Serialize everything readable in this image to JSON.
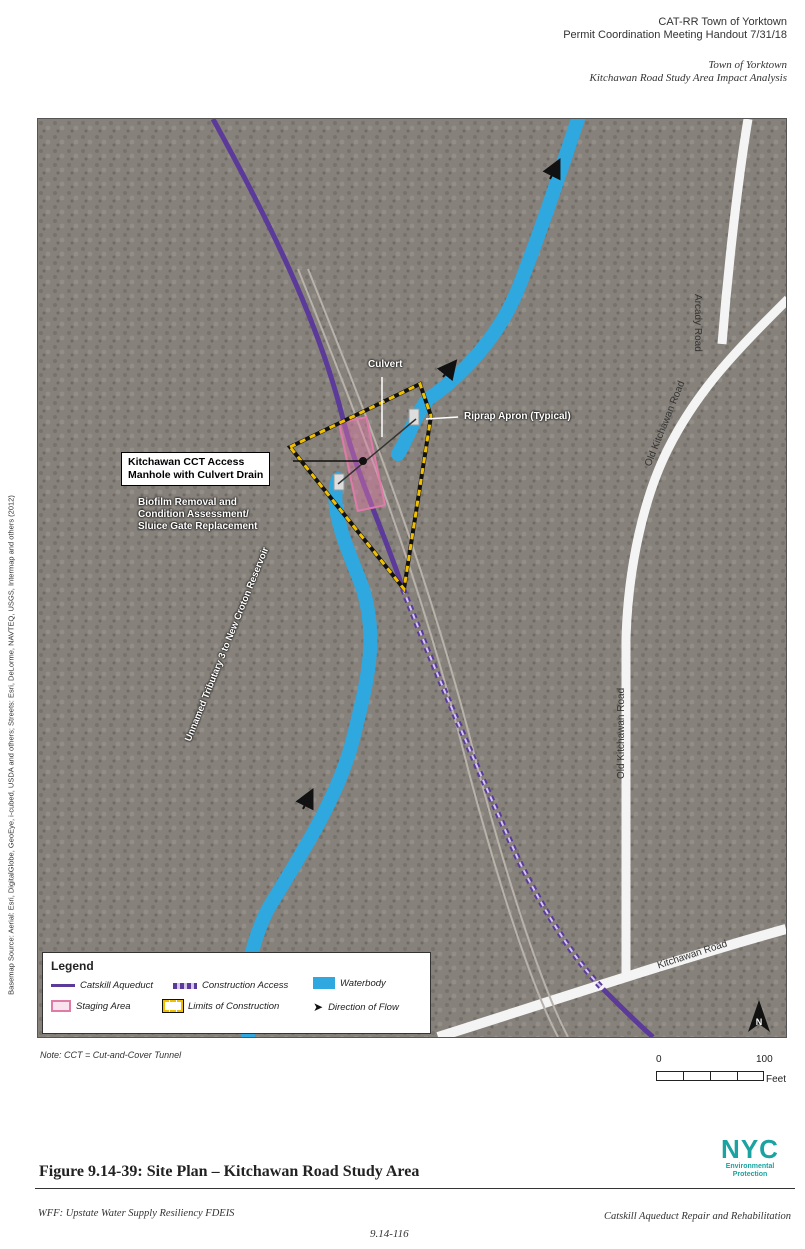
{
  "header": {
    "line1": "CAT-RR Town of Yorktown",
    "line2": "Permit Coordination Meeting Handout 7/31/18",
    "line3": "Town of Yorktown",
    "line4": "Kitchawan Road Study Area Impact Analysis"
  },
  "map": {
    "labels": {
      "culvert": "Culvert",
      "riprap": "Riprap Apron (Typical)",
      "callout_line1": "Kitchawan CCT Access",
      "callout_line2": "Manhole with Culvert Drain",
      "biofilm_line1": "Biofilm Removal and",
      "biofilm_line2": "Condition Assessment/",
      "biofilm_line3": "Sluice Gate Replacement",
      "tributary": "Unnamed Tributary 3 to New Croton Reservoir",
      "arcady_road": "Arcady Road",
      "old_kitchawan_road_1": "Old Kitchawan Road",
      "old_kitchawan_road_2": "Old Kitchawan Road",
      "kitchawan_road": "Kitchawan Road"
    },
    "colors": {
      "aqueduct": "#5b3a9a",
      "waterbody": "#2fa8e0",
      "staging": "#e07aa8",
      "limits": "#f0c000",
      "construction_access": "#8a6fc8"
    },
    "north_label": "N"
  },
  "legend": {
    "title": "Legend",
    "items": [
      {
        "label": "Catskill Aqueduct",
        "icon": "purple-line"
      },
      {
        "label": "Construction Access",
        "icon": "purple-dashed-line"
      },
      {
        "label": "Waterbody",
        "icon": "blue-fill"
      },
      {
        "label": "Staging Area",
        "icon": "pink-outline"
      },
      {
        "label": "Limits of Construction",
        "icon": "yellow-dashed-outline"
      },
      {
        "label": "Direction of Flow",
        "icon": "arrow"
      }
    ]
  },
  "credit": "Basemap Source: Aerial: Esri, DigitalGlobe, GeoEye, i-cubed, USDA and others; Streets: Esri, DeLorme, NAVTEQ, USGS, Intermap and others (2012)",
  "note": "Note: CCT = Cut-and-Cover Tunnel",
  "scale": {
    "zero": "0",
    "max": "100",
    "unit": "Feet"
  },
  "figure_title": "Figure 9.14-39:  Site Plan – Kitchawan Road Study Area",
  "logo": {
    "text": "NYC",
    "sub1": "Environmental",
    "sub2": "Protection"
  },
  "footer": {
    "left": "WFF: Upstate Water Supply Resiliency FDEIS",
    "center": "9.14-116",
    "right": "Catskill Aqueduct Repair and Rehabilitation"
  }
}
